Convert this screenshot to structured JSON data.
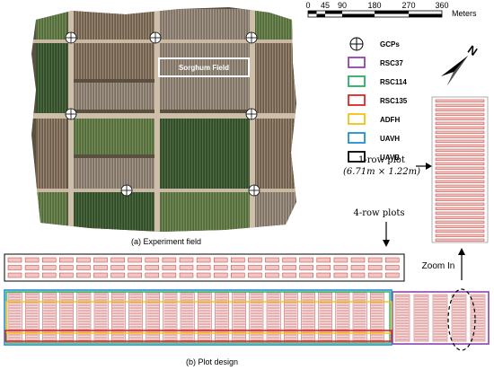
{
  "scale_bar": {
    "ticks": [
      "0",
      "45",
      "90",
      "180",
      "270",
      "360"
    ],
    "unit": "Meters"
  },
  "field": {
    "sorghum_label": "Sorghum Field",
    "caption": "(a) Experiment field"
  },
  "legend": {
    "items": [
      {
        "label": "GCPs",
        "kind": "gcp-symbol",
        "color": "#000000"
      },
      {
        "label": "RSC37",
        "kind": "box",
        "color": "#8e44ad"
      },
      {
        "label": "RSC114",
        "kind": "box",
        "color": "#27ae60"
      },
      {
        "label": "RSC135",
        "kind": "box",
        "color": "#e02424"
      },
      {
        "label": "ADFH",
        "kind": "box",
        "color": "#f4c20d"
      },
      {
        "label": "UAVH",
        "kind": "box",
        "color": "#1f8fd6"
      },
      {
        "label": "UAVB",
        "kind": "box",
        "color": "#000000"
      }
    ]
  },
  "north_arrow": {
    "letter": "N"
  },
  "annotations": {
    "one_row_title": "1-row plot",
    "one_row_dims": "(6.71m × 1.22m)",
    "four_row": "4-row plots",
    "zoom_in": "Zoom In",
    "plot_caption": "(b) Plot design"
  },
  "colors": {
    "plot_fill": "#f2c4c4",
    "plot_stroke": "#c0392b"
  }
}
